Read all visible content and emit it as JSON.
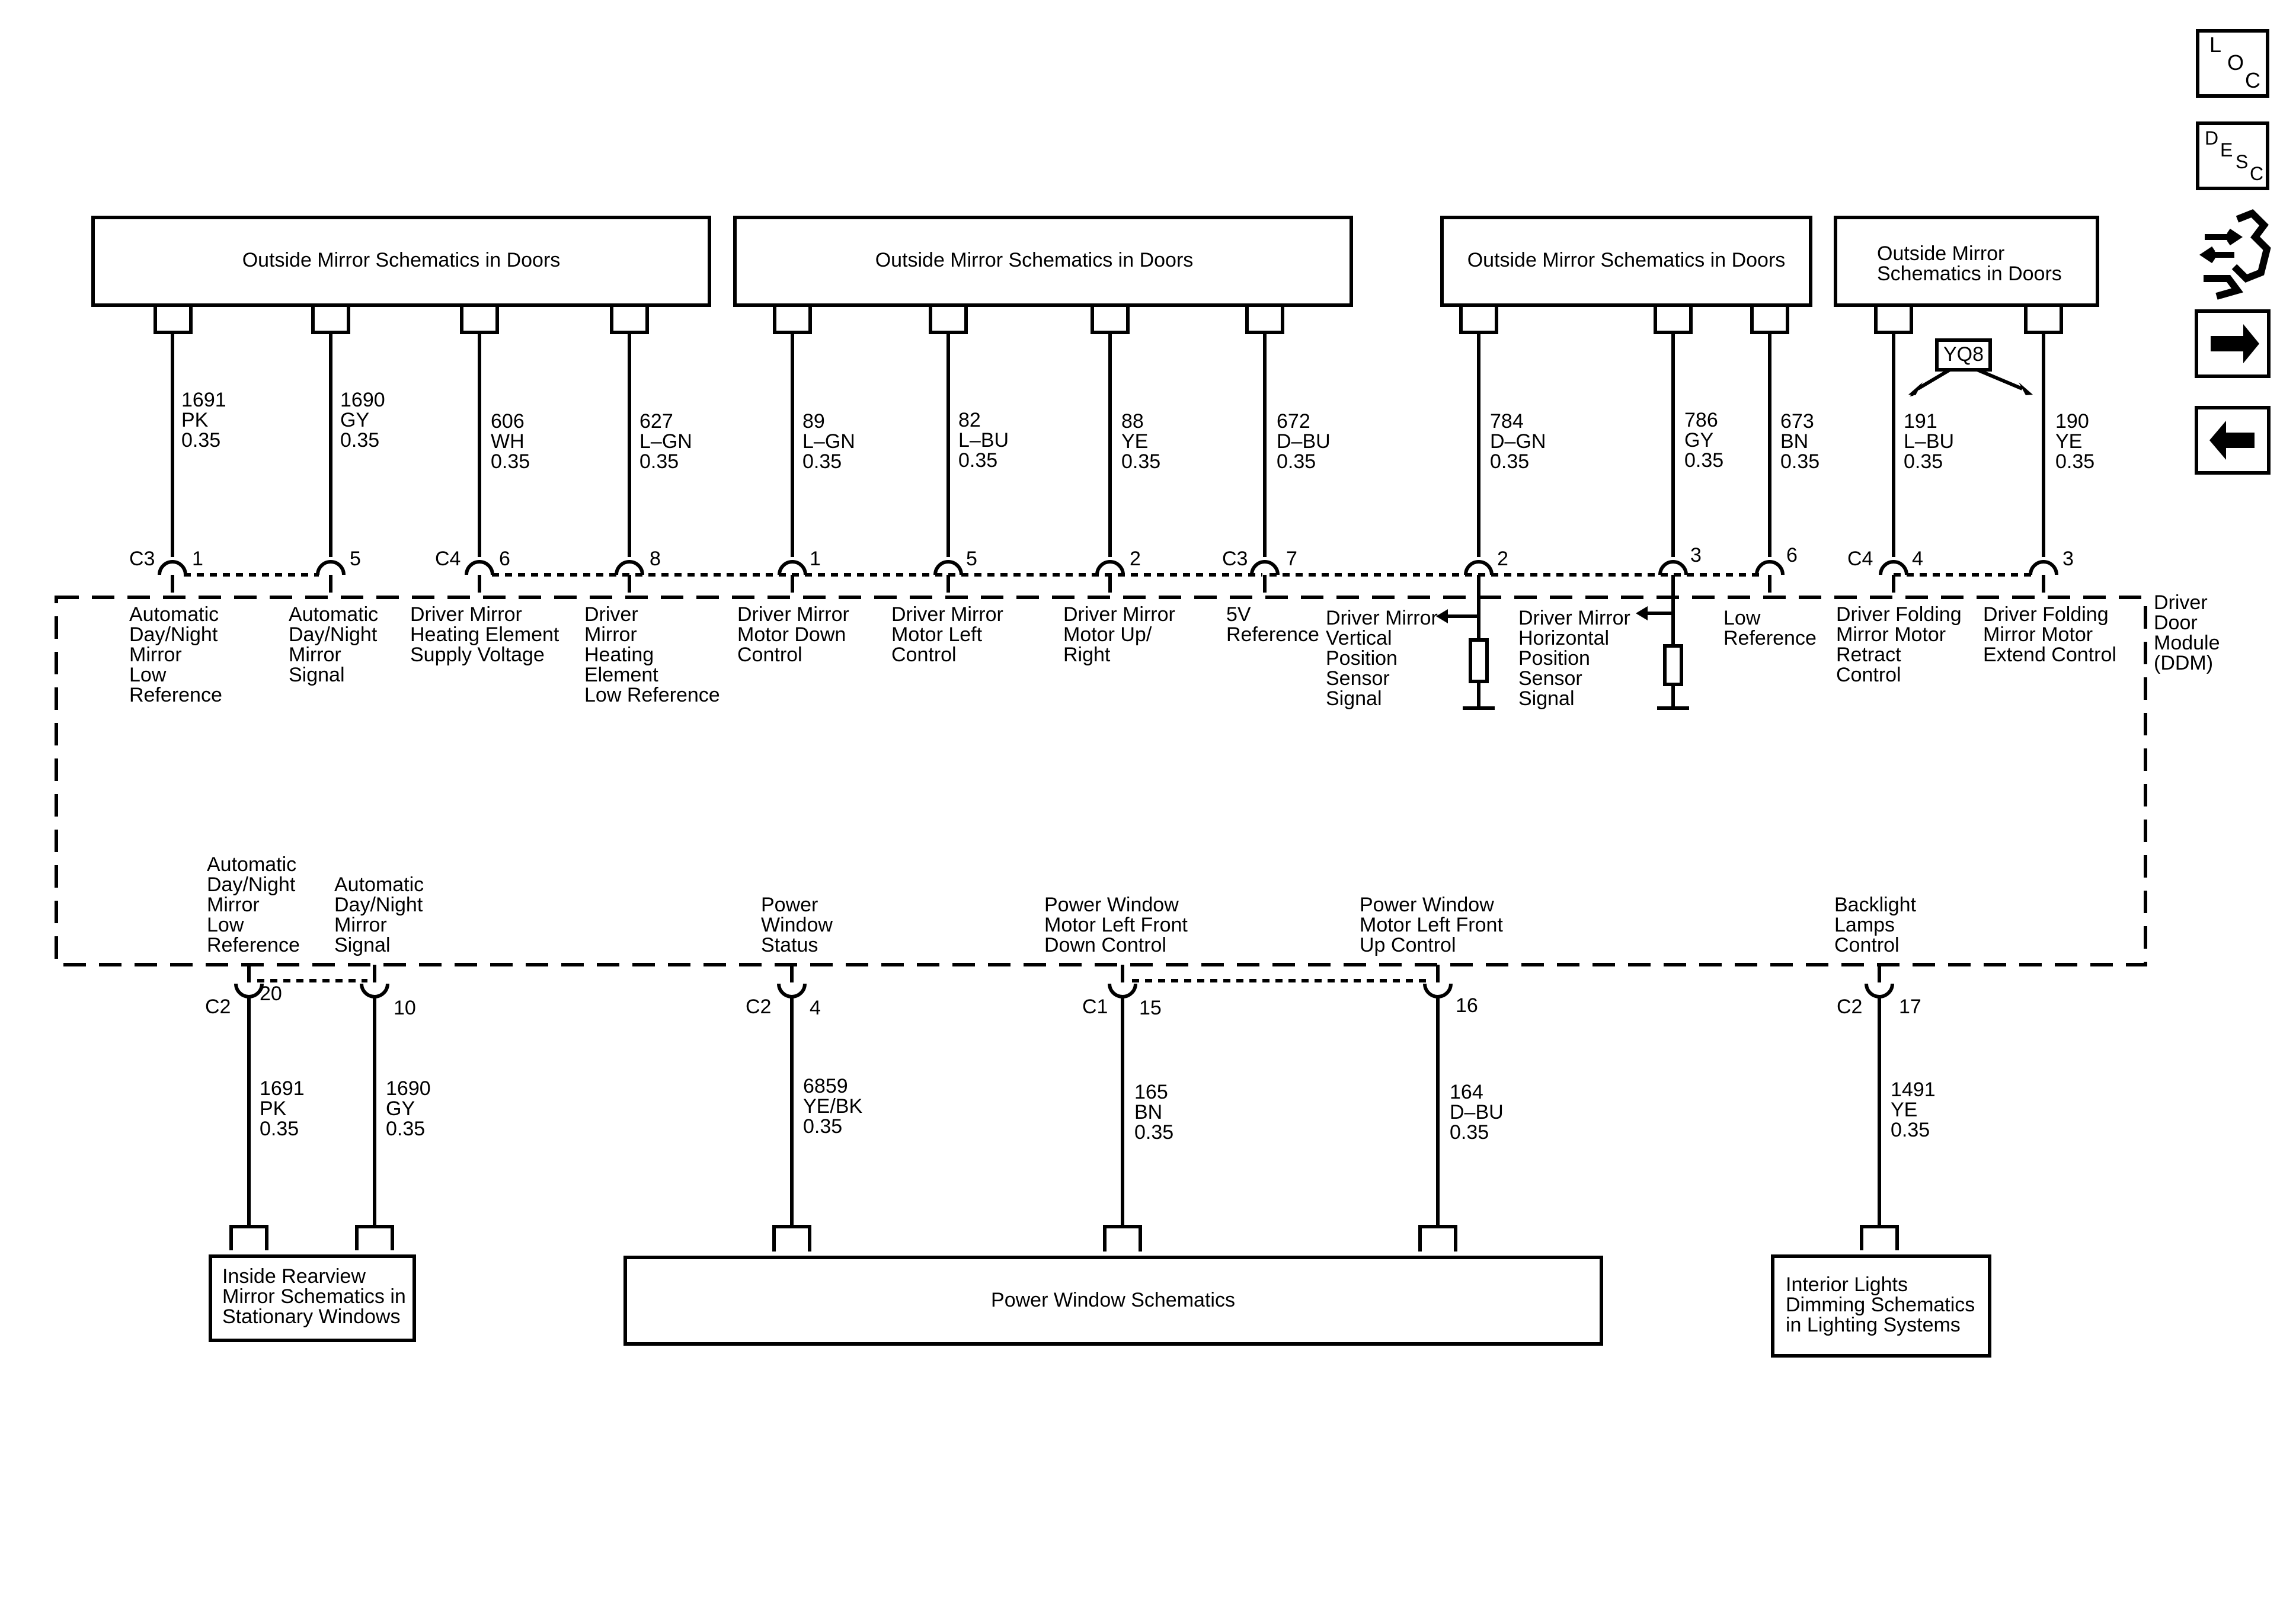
{
  "module": {
    "name": [
      "Driver",
      "Door",
      "Module",
      "(DDM)"
    ]
  },
  "top_blocks": [
    {
      "label": [
        "Outside Mirror Schematics in Doors"
      ]
    },
    {
      "label": [
        "Outside Mirror Schematics in Doors"
      ]
    },
    {
      "label": [
        "Outside Mirror Schematics in Doors"
      ]
    },
    {
      "label": [
        "Outside Mirror",
        "Schematics in Doors"
      ]
    }
  ],
  "bottom_blocks": [
    {
      "label": [
        "Inside Rearview",
        "Mirror Schematics in",
        "Stationary Windows"
      ]
    },
    {
      "label": [
        "Power Window Schematics"
      ]
    },
    {
      "label": [
        "Interior Lights",
        "Dimming Schematics",
        "in Lighting Systems"
      ]
    }
  ],
  "top_connectors": [
    "C3",
    "C4",
    "C3",
    "C4"
  ],
  "bottom_connectors": [
    "C2",
    "C2",
    "C1",
    "C2"
  ],
  "option_code": "YQ8",
  "top_circuits": [
    {
      "circuit": "1691",
      "color": "PK",
      "gauge": "0.35",
      "pin": "1",
      "function": [
        "Automatic",
        "Day/Night",
        "Mirror",
        "Low",
        "Reference"
      ]
    },
    {
      "circuit": "1690",
      "color": "GY",
      "gauge": "0.35",
      "pin": "5",
      "function": [
        "Automatic",
        "Day/Night",
        "Mirror",
        "Signal"
      ]
    },
    {
      "circuit": "606",
      "color": "WH",
      "gauge": "0.35",
      "pin": "6",
      "function": [
        "Driver Mirror",
        "Heating Element",
        "Supply Voltage"
      ]
    },
    {
      "circuit": "627",
      "color": "L–GN",
      "gauge": "0.35",
      "pin": "8",
      "function": [
        "Driver",
        "Mirror",
        "Heating",
        "Element",
        "Low Reference"
      ]
    },
    {
      "circuit": "89",
      "color": "L–GN",
      "gauge": "0.35",
      "pin": "1",
      "function": [
        "Driver Mirror",
        "Motor Down",
        "Control"
      ]
    },
    {
      "circuit": "82",
      "color": "L–BU",
      "gauge": "0.35",
      "pin": "5",
      "function": [
        "Driver Mirror",
        "Motor Left",
        "Control"
      ]
    },
    {
      "circuit": "88",
      "color": "YE",
      "gauge": "0.35",
      "pin": "2",
      "function": [
        "Driver Mirror",
        "Motor Up/",
        "Right"
      ]
    },
    {
      "circuit": "672",
      "color": "D–BU",
      "gauge": "0.35",
      "pin": "7",
      "function": [
        "5V",
        "Reference"
      ]
    },
    {
      "circuit": "784",
      "color": "D–GN",
      "gauge": "0.35",
      "pin": "2",
      "function": [
        "Driver Mirror",
        "Vertical",
        "Position",
        "Sensor",
        "Signal"
      ]
    },
    {
      "circuit": "786",
      "color": "GY",
      "gauge": "0.35",
      "pin": "3",
      "function": [
        "Driver Mirror",
        "Horizontal",
        "Position",
        "Sensor",
        "Signal"
      ]
    },
    {
      "circuit": "673",
      "color": "BN",
      "gauge": "0.35",
      "pin": "6",
      "function": [
        "Low",
        "Reference"
      ]
    },
    {
      "circuit": "191",
      "color": "L–BU",
      "gauge": "0.35",
      "pin": "4",
      "function": [
        "Driver Folding",
        "Mirror Motor",
        "Retract",
        "Control"
      ]
    },
    {
      "circuit": "190",
      "color": "YE",
      "gauge": "0.35",
      "pin": "3",
      "function": [
        "Driver Folding",
        "Mirror Motor",
        "Extend Control"
      ]
    }
  ],
  "bottom_circuits": [
    {
      "circuit": "1691",
      "color": "PK",
      "gauge": "0.35",
      "pin": "20",
      "function": [
        "Automatic",
        "Day/Night",
        "Mirror",
        "Low",
        "Reference"
      ]
    },
    {
      "circuit": "1690",
      "color": "GY",
      "gauge": "0.35",
      "pin": "10",
      "function": [
        "Automatic",
        "Day/Night",
        "Mirror",
        "Signal"
      ]
    },
    {
      "circuit": "6859",
      "color": "YE/BK",
      "gauge": "0.35",
      "pin": "4",
      "function": [
        "Power",
        "Window",
        "Status"
      ]
    },
    {
      "circuit": "165",
      "color": "BN",
      "gauge": "0.35",
      "pin": "15",
      "function": [
        "Power Window",
        "Motor Left Front",
        "Down Control"
      ]
    },
    {
      "circuit": "164",
      "color": "D–BU",
      "gauge": "0.35",
      "pin": "16",
      "function": [
        "Power Window",
        "Motor Left Front",
        "Up Control"
      ]
    },
    {
      "circuit": "1491",
      "color": "YE",
      "gauge": "0.35",
      "pin": "17",
      "function": [
        "Backlight",
        "Lamps",
        "Control"
      ]
    }
  ],
  "nav": {
    "loc": [
      "L",
      "O",
      "C"
    ],
    "desc": [
      "D",
      "E",
      "S",
      "C"
    ]
  },
  "nav_icons": [
    "loc-icon",
    "desc-icon",
    "connector-view-icon",
    "next-arrow-icon",
    "back-arrow-icon"
  ]
}
